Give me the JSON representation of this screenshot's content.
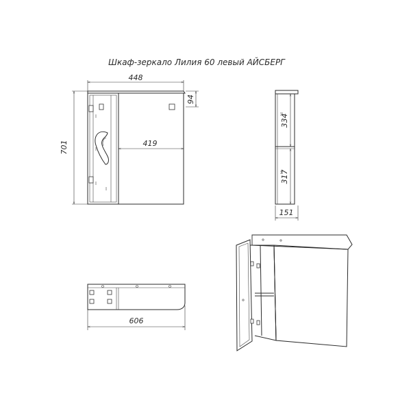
{
  "title": "Шкаф-зеркало Лилия 60 левый АЙСБЕРГ",
  "dimensions": {
    "width_top": "448",
    "top_offset": "94",
    "height": "701",
    "mirror_width": "419",
    "upper_shelf": "334",
    "lower_shelf": "317",
    "depth": "151",
    "total_width": "606"
  }
}
